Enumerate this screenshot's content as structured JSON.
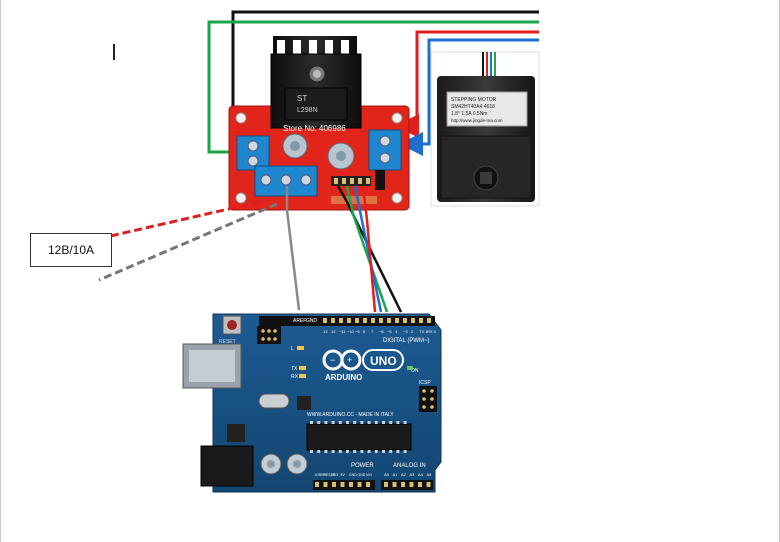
{
  "diagram": {
    "power_label": "12В/10A",
    "driver_board": {
      "brand": "ST",
      "chip_marking": "L298N",
      "silk": "Store No: 406986"
    },
    "stepper_motor": {
      "label_line1": "STEPPING MOTOR",
      "label_line2": "SM42HT40A4 4618",
      "label_line3": "1.8°  1.5A 0.5Nm",
      "label_line4": "http://www.jingde-ma.com"
    },
    "arduino": {
      "brand": "ARDUINO",
      "model": "UNO",
      "header_top": "DIGITAL (PWM~)",
      "header_bottom_power": "POWER",
      "header_bottom_analog": "ANALOG IN",
      "aref": "AREF",
      "gnd": "GND",
      "site": "WWW.ARDUINO.CC - MADE IN ITALY",
      "led_l": "L",
      "led_tx": "TX",
      "led_rx": "RX",
      "on": "ON",
      "icsp": "ICSP",
      "reset": "RESET",
      "digital_pins": [
        "13",
        "12",
        "~11",
        "~10",
        "~9",
        "8",
        "7",
        "~6",
        "~5",
        "4",
        "~3",
        "2",
        "TX 1",
        "RX 0"
      ],
      "power_pins": [
        "IOREF",
        "RESET",
        "3V3",
        "5V",
        "GND",
        "GND",
        "VIN"
      ],
      "analog_pins": [
        "A0",
        "A1",
        "A2",
        "A3",
        "A4",
        "A5"
      ]
    },
    "wire_colors": {
      "black": "#111111",
      "green": "#1aa64a",
      "red": "#e01e1e",
      "blue": "#1e6fd0",
      "gray": "#888888",
      "dashed_red": "#e01e1e",
      "dashed_gray": "#777777"
    }
  }
}
